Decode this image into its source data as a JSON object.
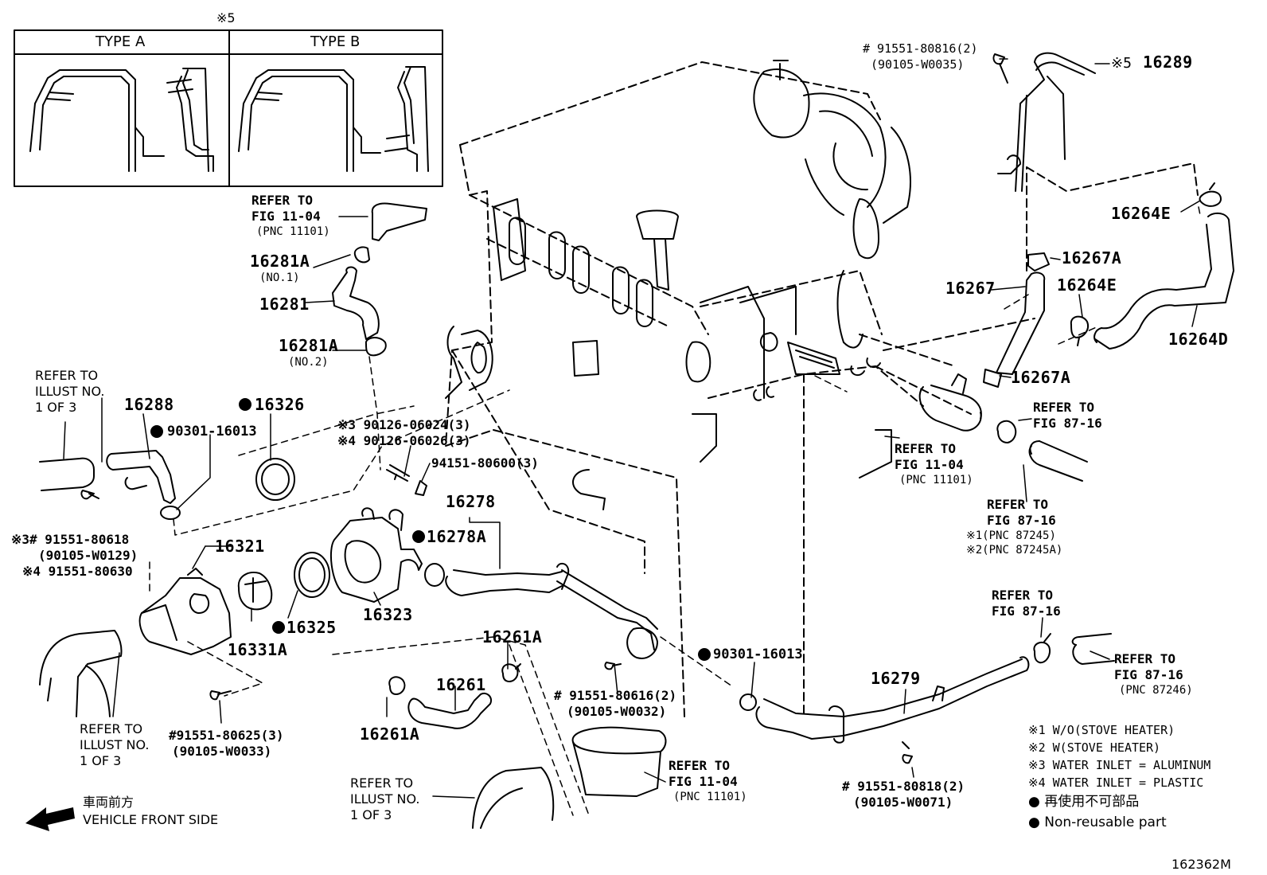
{
  "type_box": {
    "top_mark": "※5",
    "type_a": "TYPE A",
    "type_b": "TYPE B"
  },
  "parts": {
    "p16289": "16289",
    "p16289_mark": "※5",
    "p91551_80816": "# 91551-80816(2)",
    "p90105_w0035": "(90105-W0035)",
    "p16264e_1": "16264E",
    "p16267a_1": "16267A",
    "p16267": "16267",
    "p16264e_2": "16264E",
    "p16264d": "16264D",
    "p16267a_2": "16267A",
    "p16281a_1": "16281A",
    "p16281a_1_sub": "(NO.1)",
    "p16281": "16281",
    "p16281a_2": "16281A",
    "p16281a_2_sub": "(NO.2)",
    "p16288": "16288",
    "p90301_16013_a": "90301-16013",
    "p16326": "16326",
    "p90126_06024": "※3 90126-06024(3)",
    "p90126_06026": "※4 90126-06026(3)",
    "p94151_80600": "94151-80600(3)",
    "p16278": "16278",
    "p16278a": "16278A",
    "p91551_80618": "※3# 91551-80618",
    "p90105_w0129": "(90105-W0129)",
    "p91551_80630": "※4 91551-80630",
    "p16321": "16321",
    "p16325": "16325",
    "p16323": "16323",
    "p16331a": "16331A",
    "p16261a_1": "16261A",
    "p16261": "16261",
    "p16261a_2": "16261A",
    "p91551_80616": "# 91551-80616(2)",
    "p90105_w0032": "(90105-W0032)",
    "p90301_16013_b": "90301-16013",
    "p16279": "16279",
    "p91551_80625": "#91551-80625(3)",
    "p90105_w0033": "(90105-W0033)",
    "p91551_80818": "# 91551-80818(2)",
    "p90105_w0071": "(90105-W0071)"
  },
  "refs": {
    "r_fig1104_top": [
      "REFER TO",
      "FIG 11-04",
      "(PNC 11101)"
    ],
    "r_illust_left": [
      "REFER TO",
      "ILLUST NO.",
      "1 OF 3"
    ],
    "r_fig1104_right": [
      "REFER TO",
      "FIG 11-04",
      "(PNC 11101)"
    ],
    "r_fig8716_a": [
      "REFER TO",
      "FIG 87-16"
    ],
    "r_fig8716_b": [
      "REFER TO",
      "FIG 87-16",
      "※1(PNC 87245)",
      "※2(PNC 87245A)"
    ],
    "r_fig8716_c": [
      "REFER TO",
      "FIG 87-16"
    ],
    "r_fig8716_d": [
      "REFER TO",
      "FIG 87-16",
      "(PNC 87246)"
    ],
    "r_illust_bottom_left": [
      "REFER TO",
      "ILLUST NO.",
      "1 OF 3"
    ],
    "r_illust_bottom": [
      "REFER TO",
      "ILLUST NO.",
      "1 OF 3"
    ],
    "r_fig1104_bottom": [
      "REFER TO",
      "FIG 11-04",
      "(PNC 11101)"
    ]
  },
  "notes": {
    "n1": "※1  W/O(STOVE HEATER)",
    "n2": "※2  W(STOVE HEATER)",
    "n3": "※3  WATER INLET = ALUMINUM",
    "n4": "※4  WATER INLET = PLASTIC",
    "n5": "●  再使用不可部品",
    "n6": "●  Non-reusable part"
  },
  "front": {
    "jp": "車両前方",
    "en": "VEHICLE FRONT SIDE"
  },
  "diagram_id": "162362M"
}
